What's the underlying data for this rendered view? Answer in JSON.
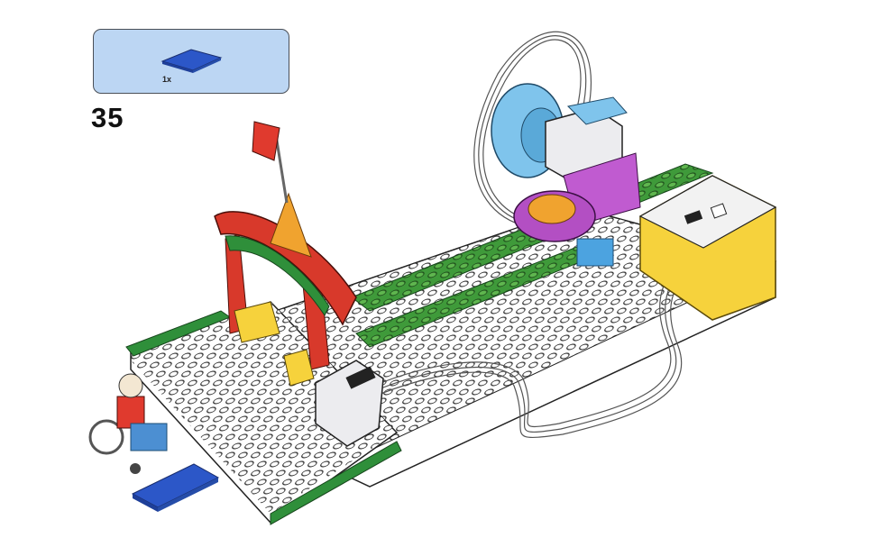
{
  "parts_callout": {
    "quantity_label": "1x",
    "part_icon": "blue-flat-tile-2x4",
    "part_color": "#2c57c8",
    "background_color": "#bcd6f3"
  },
  "step": {
    "number": "35"
  },
  "model": {
    "illustration": "lego-model-scene",
    "baseplate_color": "#ffffff",
    "stripe_color": "#2f8f3a",
    "arch_color": "#d8392b",
    "hub_color": "#f6d23c",
    "motor_color": "#e8e8ea",
    "wheel_color": "#7fc4ec",
    "flag_color": "#e03a2e"
  }
}
